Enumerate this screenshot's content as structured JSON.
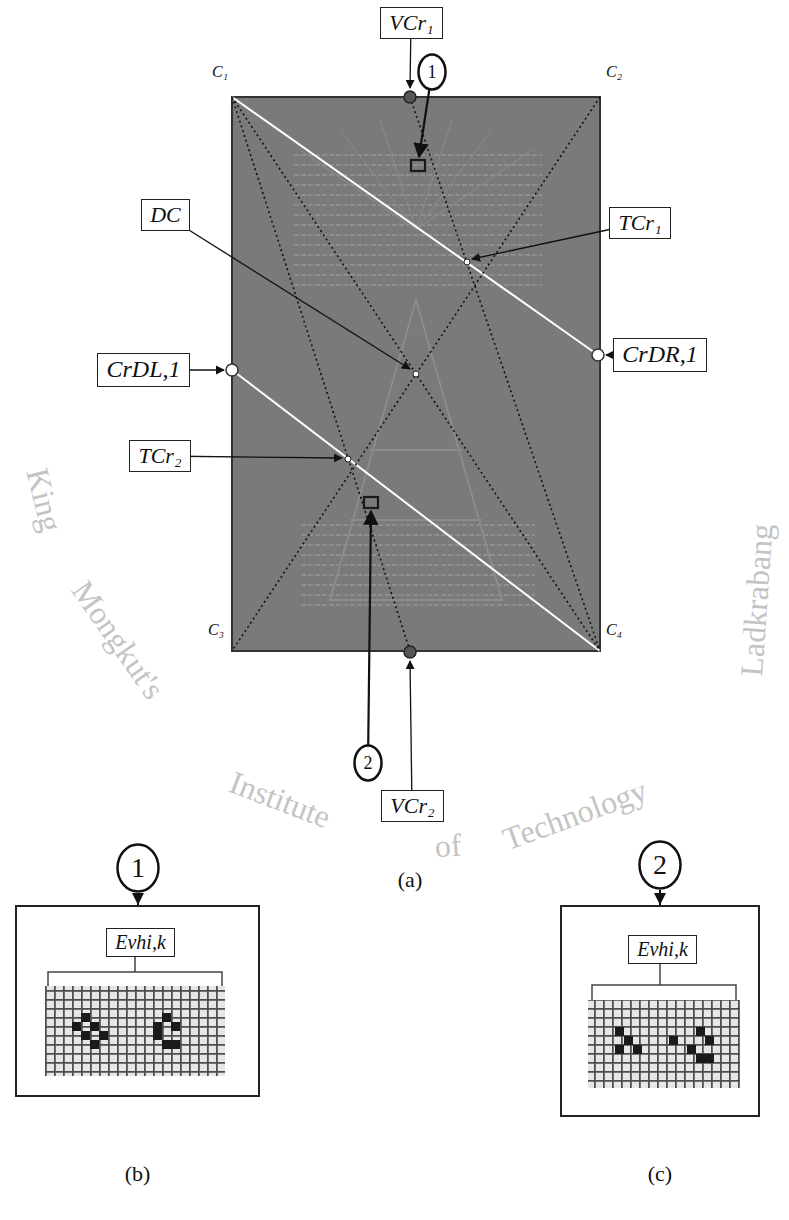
{
  "diagram": {
    "nodes": [
      {
        "text": [
          "VCr₁"
        ]
      },
      {
        "text": [
          "1"
        ]
      },
      {
        "text": [
          "DC"
        ]
      },
      {
        "text": [
          "TCr₁"
        ]
      },
      {
        "text": [
          "CrDL,1"
        ]
      },
      {
        "text": [
          "CrDR,1"
        ]
      },
      {
        "text": [
          "TCr₂"
        ]
      },
      {
        "text": [
          "2"
        ]
      },
      {
        "text": [
          "VCr₂"
        ]
      },
      {
        "text": [
          "1"
        ]
      },
      {
        "text": [
          "(b)"
        ]
      },
      {
        "text": [
          "Evhi,k"
        ],
        "in": 10
      },
      {
        "text": [
          "2"
        ]
      },
      {
        "text": [
          "(c)"
        ]
      },
      {
        "text": [
          "Evhi,k"
        ],
        "in": 13
      }
    ],
    "edges": [
      {
        "from": 9,
        "to": 10,
        "arrow": "to"
      },
      {
        "from": 12,
        "to": 13,
        "arrow": "to"
      }
    ],
    "labels": [
      "C₁",
      "C₂",
      "C₃",
      "C₄",
      "(a)",
      "King",
      "Mongkut's",
      "Institute",
      "of",
      "Technology",
      "Ladkrabang"
    ]
  }
}
